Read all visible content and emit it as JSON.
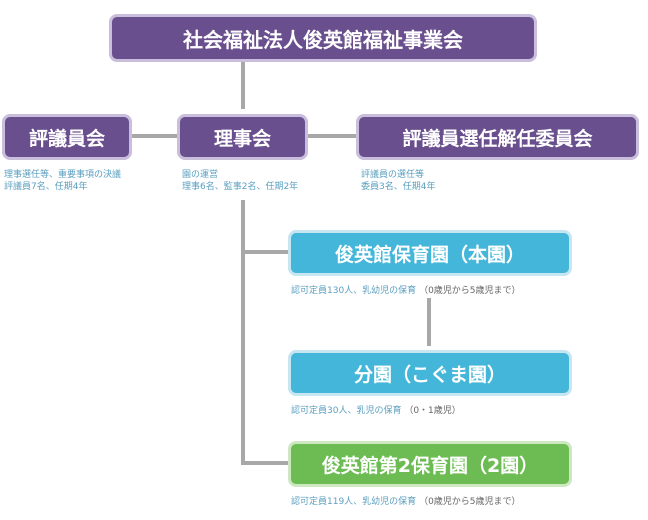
{
  "top": {
    "label": "社会福祉法人俊英館福祉事業会"
  },
  "councillors": {
    "label": "評議員会",
    "note": [
      "理事選任等、重要事項の決議",
      "評議員7名、任期4年"
    ]
  },
  "board": {
    "label": "理事会",
    "note": [
      "園の運営",
      "理事6名、監事2名、任期2年"
    ]
  },
  "election_committee": {
    "label": "評議員選任解任委員会",
    "note": [
      "評議員の選任等",
      "委員3名、任期4年"
    ]
  },
  "nurseries": [
    {
      "label": "俊英館保育園（本園）",
      "capacity": "認可定員130人、乳幼児の保育",
      "ages": "（0歳児から5歳児まで）"
    },
    {
      "label": "分園（こぐま園）",
      "capacity": "認可定員30人、乳児の保育",
      "ages": "（0・1歳児）"
    },
    {
      "label": "俊英館第2保育園（2園）",
      "capacity": "認可定員119人、乳幼児の保育",
      "ages": "（0歳児から5歳児まで）"
    }
  ],
  "colors": {
    "purple": "#6a4f8e",
    "blue": "#44b6d9",
    "green": "#6cbc53",
    "note_text": "#5a9fc0",
    "connector": "#a8a8a8"
  }
}
